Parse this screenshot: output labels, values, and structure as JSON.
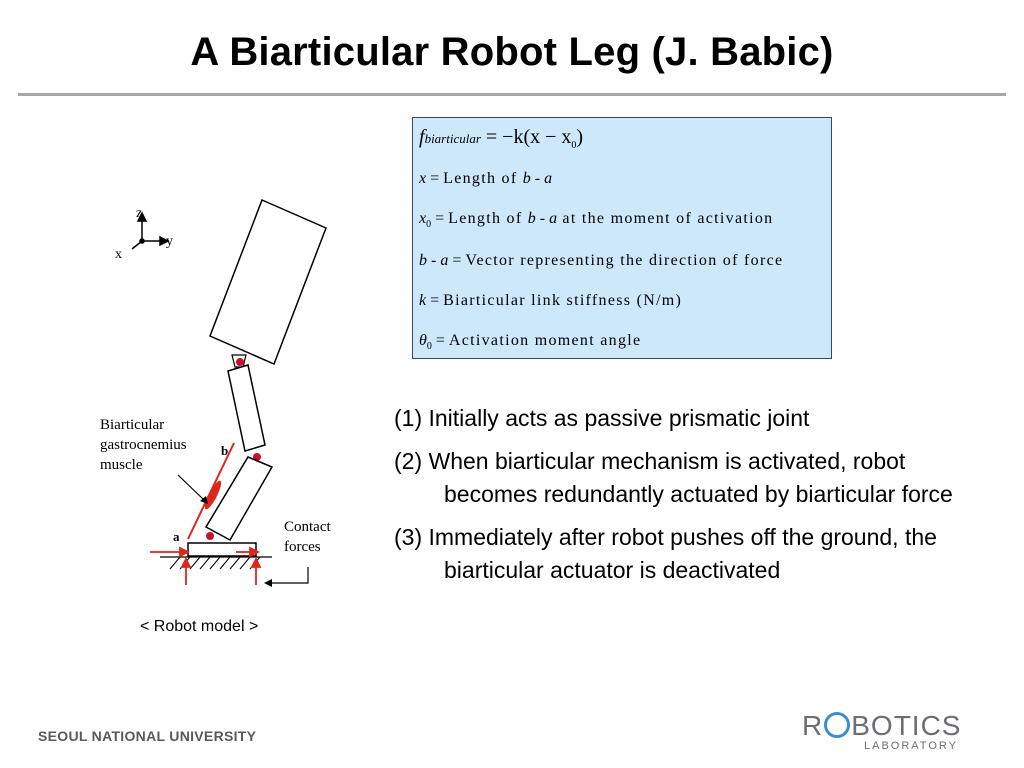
{
  "slide": {
    "title": "A Biarticular Robot Leg (J. Babic)"
  },
  "diagram": {
    "caption": "< Robot model >",
    "axis_z": "z",
    "axis_x": "x",
    "axis_y": "y",
    "muscle_label_lines": [
      "Biarticular",
      "gastrocnemius",
      "muscle"
    ],
    "contact_label_lines": [
      "Contact",
      "forces"
    ],
    "point_a": "a",
    "point_b": "b"
  },
  "formula": {
    "line1": {
      "f": "f",
      "sub": "biarticular",
      "rhs": "= −k(x − x",
      "rhs_sub": "0",
      "rhs_end": ")"
    },
    "line2": {
      "var": "x",
      "eq": " = ",
      "text": "Length of ",
      "ref": "b - a"
    },
    "line3": {
      "var": "x",
      "sub": "0",
      "eq": " =  ",
      "text": "Length of ",
      "ref": "b - a",
      "tail": " at the moment of activation"
    },
    "line4": {
      "var": "b - a",
      "eq": " =  ",
      "text": "Vector representing the direction of force"
    },
    "line5": {
      "var": "k",
      "eq": "  =  ",
      "text": "Biarticular link stiffness (N/m)"
    },
    "line6": {
      "var": "θ",
      "sub": "0",
      "eq": " =  ",
      "text": "Activation moment angle"
    }
  },
  "points": [
    "(1) Initially acts as passive prismatic joint",
    "(2) When biarticular mechanism is activated, robot becomes redundantly actuated by biarticular force",
    "(3) Immediately after  robot pushes off the ground, the biarticular actuator  is deactivated"
  ],
  "footer": {
    "university": "SEOUL NATIONAL UNIVERSITY",
    "logo_left": "R",
    "logo_right": "BOTICS",
    "logo_sub": "LABORATORY"
  },
  "colors": {
    "formula_bg": "#cde8fb",
    "muscle": "#e0251b",
    "logo_blue": "#3a8fd3",
    "rule": "#a6a6a6"
  }
}
